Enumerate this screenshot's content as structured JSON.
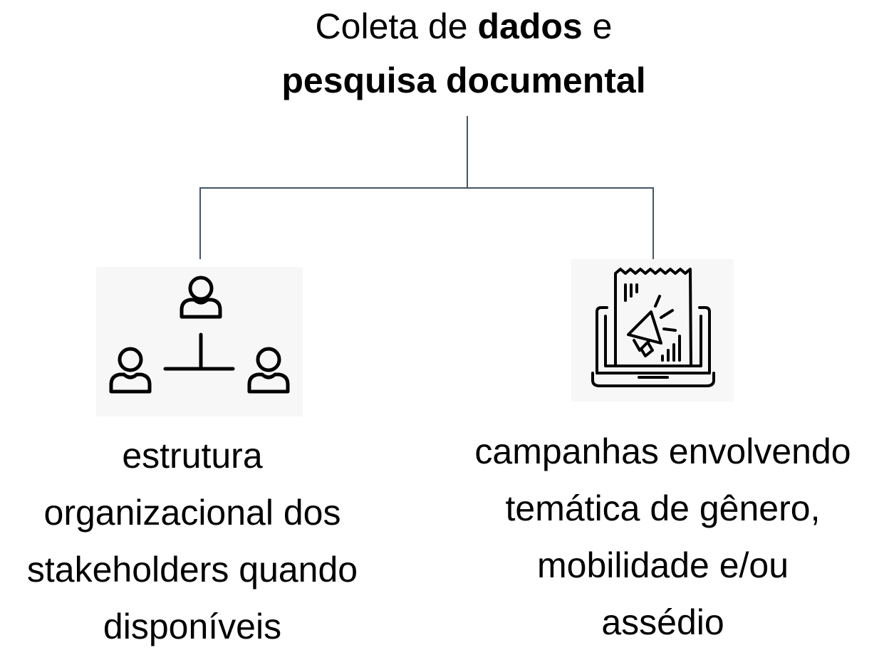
{
  "header": {
    "line1_part1": "Coleta de ",
    "line1_bold": "dados",
    "line1_part2": " e",
    "line2": "pesquisa documental"
  },
  "branches": [
    {
      "icon": "organization-structure-icon",
      "label_lines": [
        "estrutura",
        "organizacional dos",
        "stakeholders quando",
        "disponíveis"
      ]
    },
    {
      "icon": "laptop-megaphone-campaign-icon",
      "label_lines": [
        "campanhas envolvendo",
        "temática de gênero,",
        "mobilidade e/ou",
        "assédio"
      ]
    }
  ],
  "colors": {
    "connector": "#44546a",
    "icon_stroke": "#000000",
    "icon_background": "#f7f7f7"
  }
}
